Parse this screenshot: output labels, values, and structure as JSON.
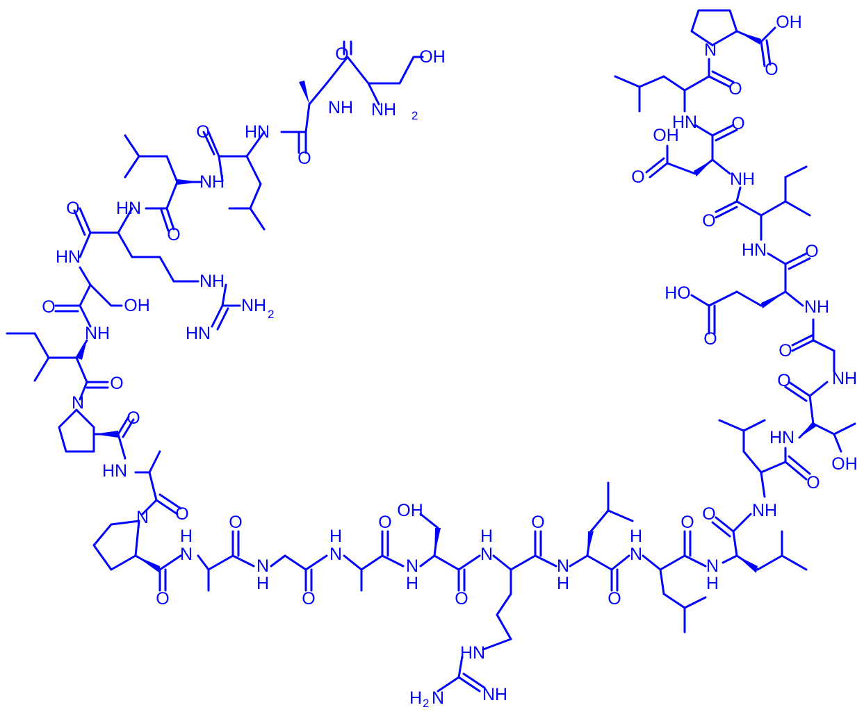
{
  "colors": {
    "structure": "#0000ff",
    "background": "#ffffff"
  },
  "labels": {
    "oh_top": "OH",
    "nh2_top": "NH",
    "nh2_top_sub": "2",
    "nh_ser_ala": "NH",
    "nh_ala_leu": "HN",
    "nh_leu_leu": "NH",
    "nh_leu_arg": "HN",
    "nh_arg_ser": "HN",
    "oh_ser1": "OH",
    "nh_guan1": "NH",
    "nh2_guan1": "NH",
    "nh2_guan1_sub": "2",
    "hn_guan1": "HN",
    "nh_ser_ile": "NH",
    "n_pro1": "N",
    "nh_pro_ala": "HN",
    "n_pro2": "N",
    "nh_b1": "N",
    "nh_b2": "N",
    "nh_b3": "N",
    "nh_b4": "N",
    "nh_b5": "N",
    "nh_b6": "N",
    "nh_b7": "N",
    "nh_b8": "N",
    "oh_ser2": "OH",
    "hn_guan2": "HN",
    "h2n_guan2": "H",
    "h2n_guan2_sub": "2",
    "h2n_guan2_n": "N",
    "nh_guan2": "NH",
    "nh_leu_thr": "NH",
    "hn_thr": "HN",
    "oh_thr": "OH",
    "nh_gly": "NH",
    "nh_glu": "NH",
    "ho_glu": "HO",
    "hn_ile2": "HN",
    "nh_asp": "NH",
    "oh_asp": "OH",
    "hn_leu_end": "HN",
    "n_pro_end": "N",
    "oh_pro_end": "OH",
    "o_label": "O",
    "h_label": "H"
  }
}
